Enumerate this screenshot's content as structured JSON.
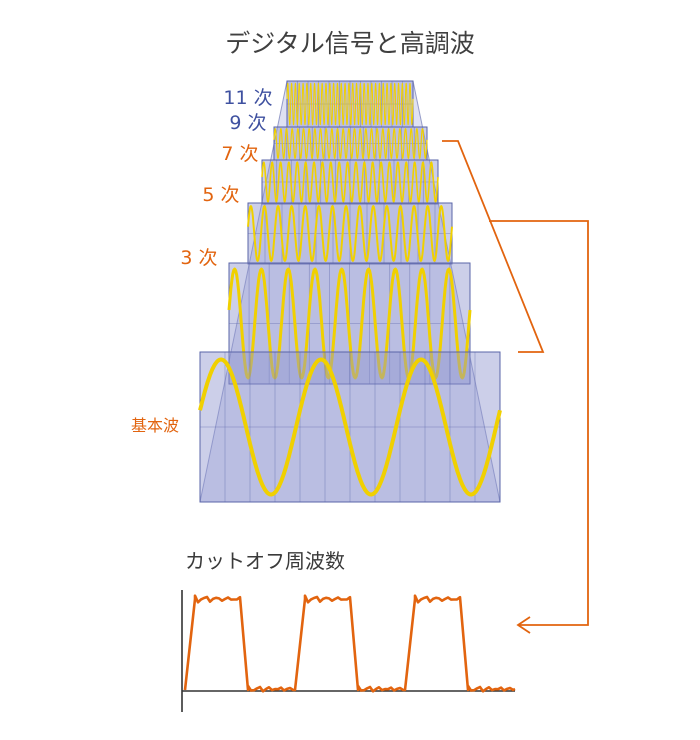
{
  "title": "デジタル信号と高調波",
  "cutoff_label": "カットオフ周波数",
  "harmonics": [
    {
      "key": "h11",
      "label": "11 次",
      "color": "#3f51a0"
    },
    {
      "key": "h9",
      "label": "9 次",
      "color": "#3f51a0"
    },
    {
      "key": "h7",
      "label": "7 次",
      "color": "#e2640f"
    },
    {
      "key": "h5",
      "label": "5 次",
      "color": "#e2640f"
    },
    {
      "key": "h3",
      "label": "3 次",
      "color": "#e2640f"
    }
  ],
  "fundamental_label": "基本波",
  "colors": {
    "wave": "#f0d000",
    "panel_fill": "#8d95cf",
    "panel_stroke": "#5a64a8",
    "accent": "#e2640f",
    "axis": "#333333"
  }
}
